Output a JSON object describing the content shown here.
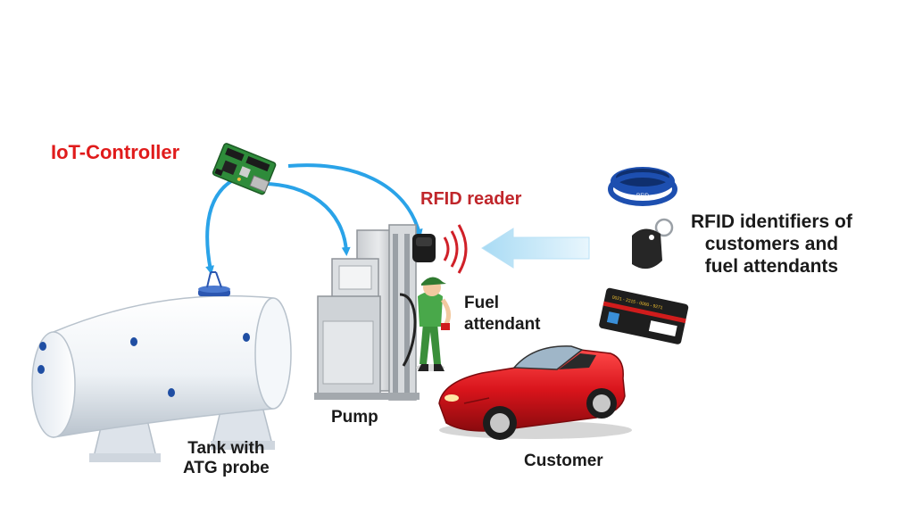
{
  "labels": {
    "iot_controller": "IoT-Controller",
    "rfid_reader": "RFID reader",
    "rfid_identifiers": [
      "RFID identifiers of",
      "customers and",
      "fuel attendants"
    ],
    "fuel_attendant": [
      "Fuel",
      "attendant"
    ],
    "pump": "Pump",
    "tank": [
      "Tank with",
      "ATG probe"
    ],
    "customer": "Customer"
  },
  "colors": {
    "iot_label": "#e01b1b",
    "rfid_reader_label": "#c0262b",
    "connection_arrows": "#2aa3e8",
    "car_body": "#d8141b",
    "wristband": "#1d4fb0",
    "controller_board": "#2e8b3a"
  },
  "small_print": {
    "wristband": "RFID",
    "card_number": "0021 - 2215 - 0000 - 9271"
  }
}
